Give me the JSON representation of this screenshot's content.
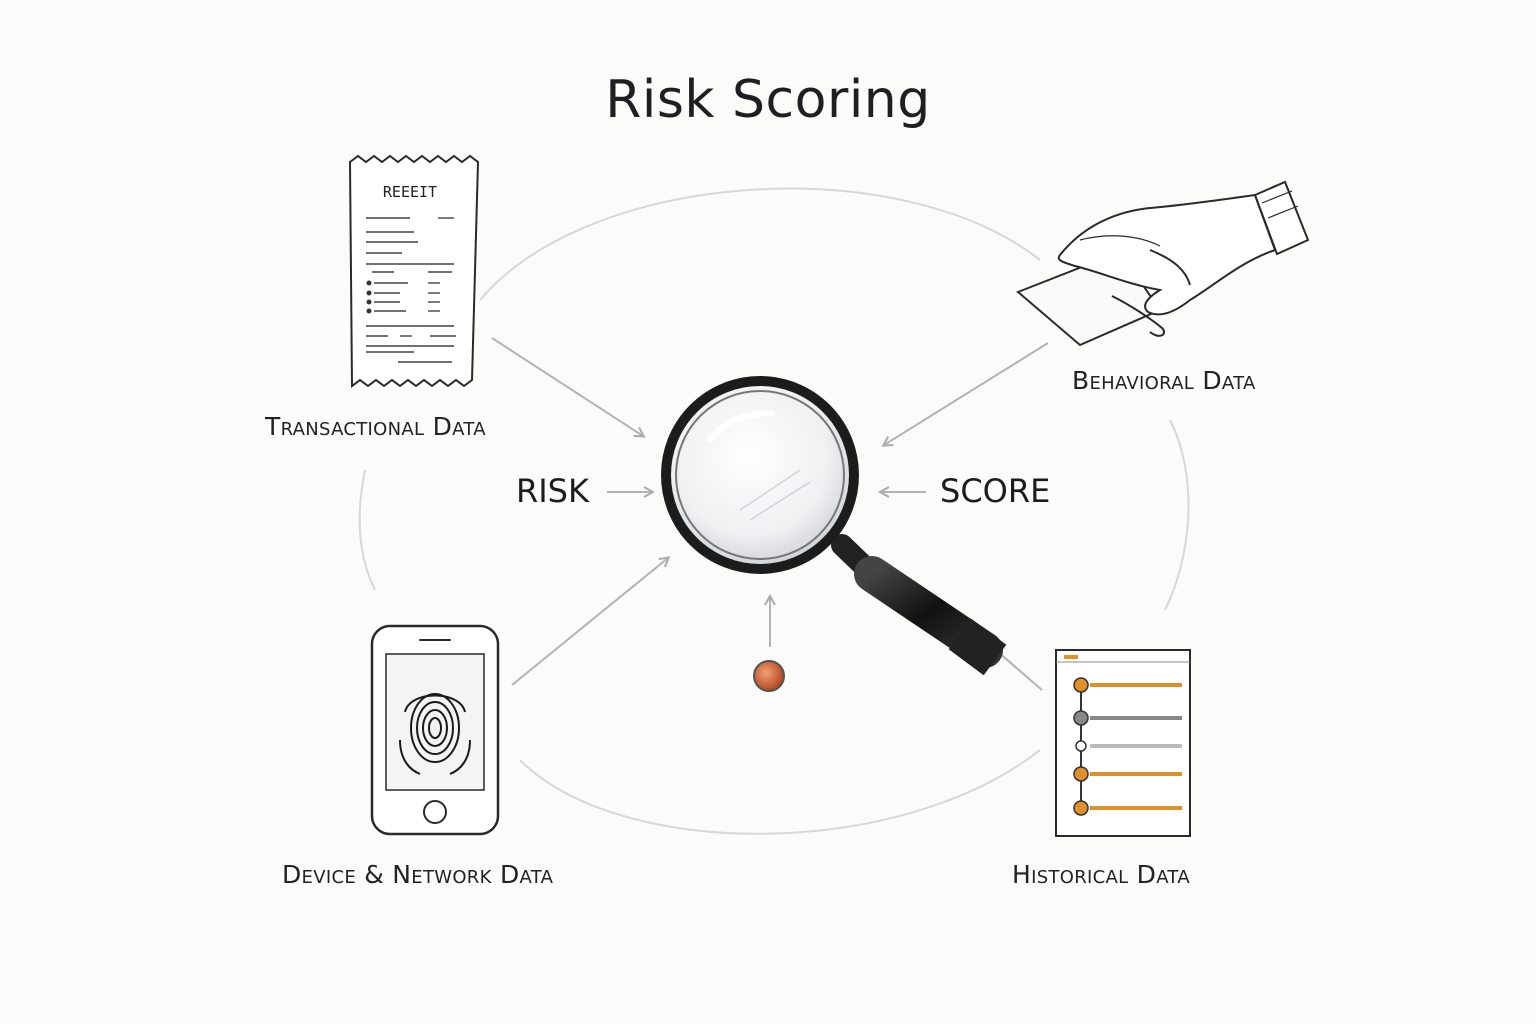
{
  "title": "Risk Scoring",
  "center": {
    "left_label": "RISK",
    "right_label": "SCORE"
  },
  "sources": {
    "transactional": "Transactional Data",
    "behavioral": "Behavioral Data",
    "device": "Device & Network Data",
    "historical": "Historical Data"
  },
  "receipt": {
    "header": "REEEIT"
  },
  "colors": {
    "accent_orange": "#e0902a",
    "center_dot": "#c9562a",
    "line_gray": "#cfcfcf"
  },
  "icons": [
    "receipt-icon",
    "hand-card-icon",
    "phone-fingerprint-icon",
    "timeline-document-icon",
    "magnifying-glass-icon"
  ]
}
